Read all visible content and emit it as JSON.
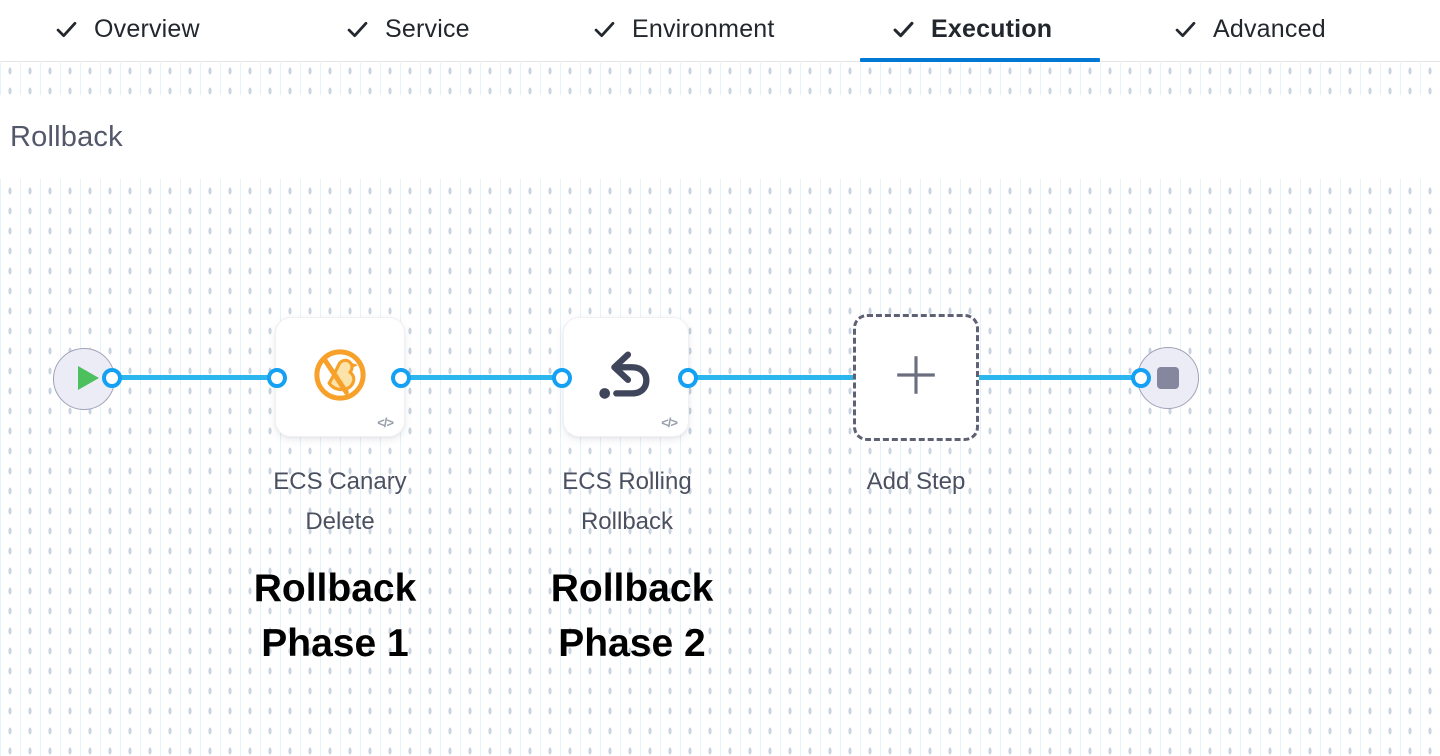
{
  "tabs": [
    {
      "label": "Overview",
      "active": false
    },
    {
      "label": "Service",
      "active": false
    },
    {
      "label": "Environment",
      "active": false
    },
    {
      "label": "Execution",
      "active": true
    },
    {
      "label": "Advanced",
      "active": false
    }
  ],
  "section": {
    "heading": "Rollback"
  },
  "canvas": {
    "start_node": {
      "icon": "play-icon"
    },
    "end_node": {
      "icon": "stop-icon"
    },
    "steps": [
      {
        "title_line1": "ECS Canary",
        "title_line2": "Delete",
        "icon": "ecs-canary-delete-icon",
        "code_glyph": "</>"
      },
      {
        "title_line1": "ECS Rolling",
        "title_line2": "Rollback",
        "icon": "ecs-rolling-rollback-icon",
        "code_glyph": "</>"
      }
    ],
    "add_step_label": "Add Step",
    "annotations": [
      {
        "line1": "Rollback",
        "line2": "Phase 1"
      },
      {
        "line1": "Rollback",
        "line2": "Phase 2"
      }
    ]
  },
  "colors": {
    "accent": "#0278d5",
    "connector": "#2bb6ee",
    "port-blue": "#14a1f3",
    "play-green": "#4cc05c",
    "stop-slate": "#84879d",
    "canary-orange": "#f7a12b",
    "rollback-slate": "#3f455a"
  }
}
